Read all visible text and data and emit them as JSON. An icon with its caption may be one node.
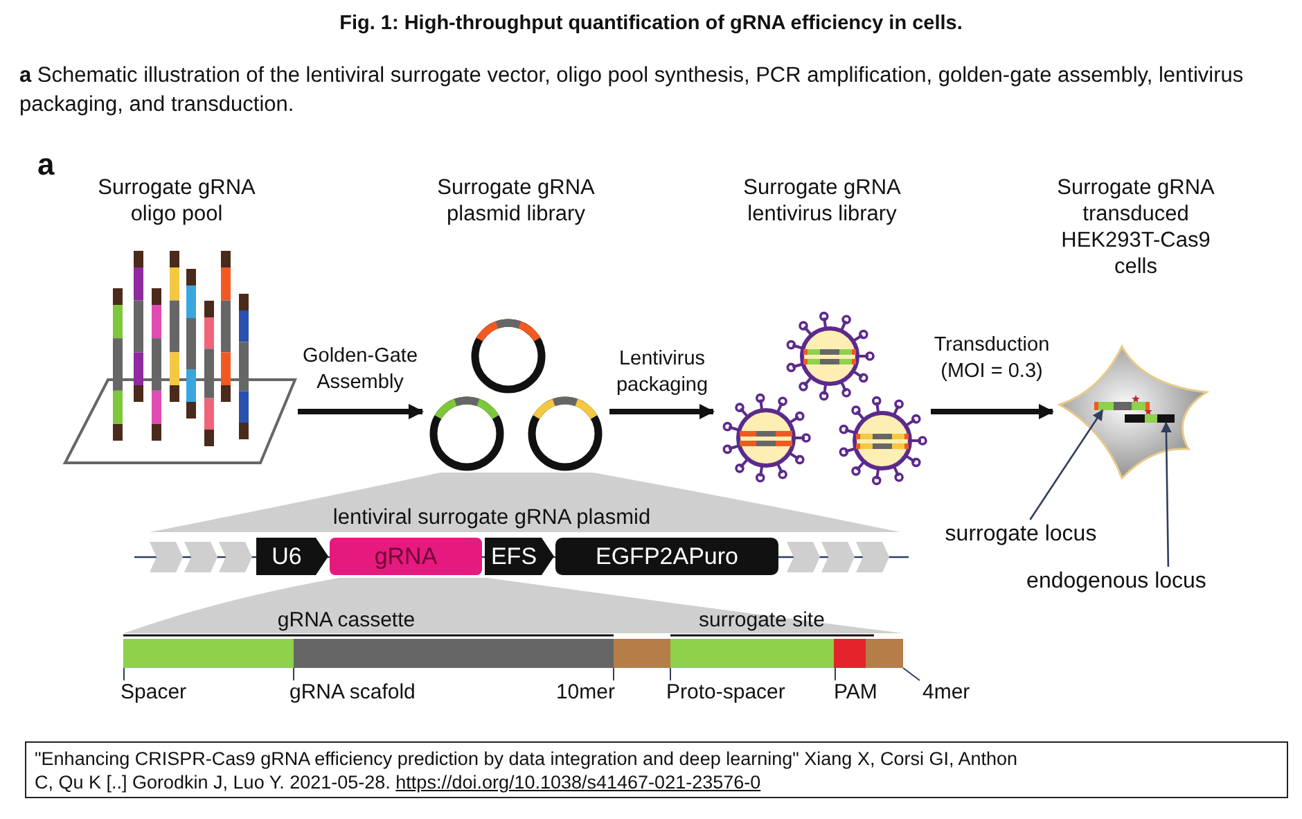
{
  "diagram": {
    "title": "Fig. 1: High-throughput quantification of gRNA efficiency in cells.",
    "caption": "**a** Schematic illustration of the lentiviral surrogate vector, oligo pool synthesis, PCR amplification, golden-gate assembly, lentivirus packaging, and transduction.",
    "nodes": [
      {
        "text": [
          "Surrogate gRNA oligo pool"
        ]
      },
      {
        "text": [
          "Surrogate gRNA plasmid library"
        ]
      },
      {
        "text": [
          "Surrogate gRNA lentivirus library"
        ]
      },
      {
        "text": [
          "Surrogate gRNA transduced HEK293T-Cas9 cells"
        ]
      },
      {
        "text": [],
        "shape": "bar",
        "in": 3
      },
      {
        "text": [],
        "shape": "bar",
        "in": 3
      },
      {
        "text": [
          "U6"
        ]
      },
      {
        "text": [
          "gRNA"
        ]
      },
      {
        "text": [
          "EFS"
        ]
      },
      {
        "text": [
          "EGFP2APuro"
        ]
      },
      {
        "text": [
          "surrogate locus"
        ]
      },
      {
        "text": [
          "endogenous locus"
        ]
      }
    ],
    "edges": [
      {
        "from": 0,
        "to": 1,
        "arrow": "to",
        "label": "Golden-Gate Assembly"
      },
      {
        "from": 1,
        "to": 2,
        "arrow": "to",
        "label": "Lentivirus packaging"
      },
      {
        "from": 2,
        "to": 3,
        "arrow": "to",
        "label": "Transduction (MOI = 0.3)"
      },
      {
        "from": 10,
        "to": 4,
        "arrow": "to",
        "color": "#2f3e5c"
      },
      {
        "from": 11,
        "to": 5,
        "arrow": "to",
        "color": "#2f3e5c"
      }
    ],
    "labels": [
      "a",
      "lentiviral surrogate gRNA plasmid",
      "gRNA cassette",
      "surrogate site",
      "Spacer",
      "gRNA scafold",
      "10mer",
      "Proto-spacer",
      "PAM",
      "4mer",
      "\"Enhancing CRISPR-Cas9 gRNA efficiency prediction by data integration and deep learning\" Xiang X, Corsi GI, Anthon C, Qu K [..] Gorodkin J, Luo Y. 2021-05-28.",
      "https://doi.org/10.1038/s41467-021-23576-0"
    ]
  }
}
